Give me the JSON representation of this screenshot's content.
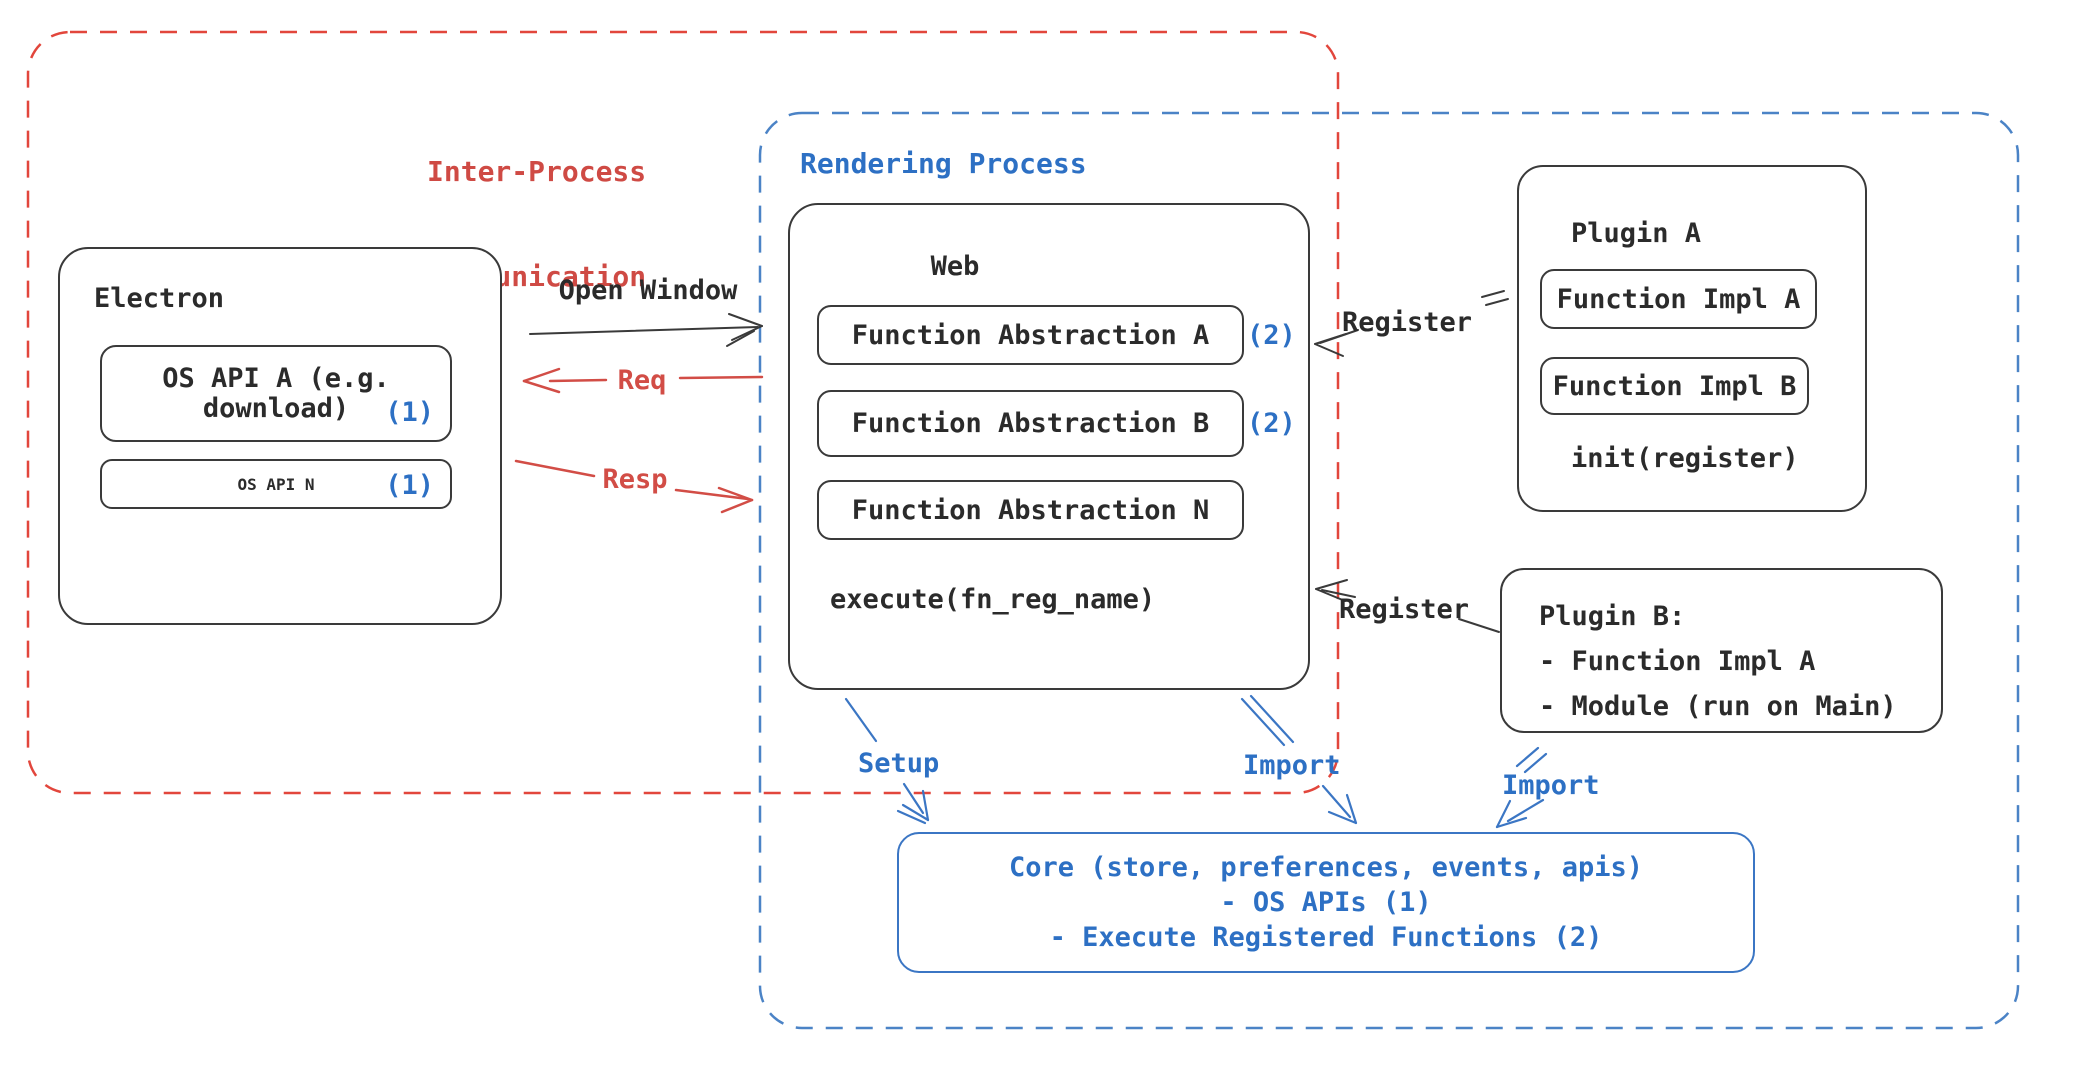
{
  "colors": {
    "ink": "#3a3a3a",
    "text": "#2b2b2b",
    "red-text": "#cf4a44",
    "red-dash": "#e2463c",
    "red-arrow": "#d24d46",
    "blue-text": "#2d70c4",
    "blue-dash": "#4b83c6",
    "core-border": "#3b76c4",
    "bg": "#ffffff"
  },
  "regions": {
    "ipc": {
      "label_line1": "Inter-Process",
      "label_line2": "Communication"
    },
    "rendering": {
      "label": "Rendering Process"
    }
  },
  "electron": {
    "title": "Electron",
    "api_a_line1": "OS API A (e.g.",
    "api_a_line2": "download)",
    "api_a_badge": "(1)",
    "api_n_label": "OS API N",
    "api_n_badge": "(1)"
  },
  "web": {
    "title": "Web",
    "fa_a": "Function Abstraction A",
    "fa_a_badge": "(2)",
    "fa_b": "Function Abstraction B",
    "fa_b_badge": "(2)",
    "fa_n": "Function Abstraction N",
    "execute": "execute(fn_reg_name)"
  },
  "plugin_a": {
    "title": "Plugin A",
    "impl_a": "Function Impl A",
    "impl_b": "Function Impl B",
    "init": "init(register)"
  },
  "plugin_b": {
    "line1": "Plugin B:",
    "line2": "- Function Impl A",
    "line3": "- Module (run on Main)"
  },
  "core": {
    "line1": "Core (store, preferences, events, apis)",
    "line2": "- OS APIs (1)",
    "line3": "- Execute Registered Functions (2)"
  },
  "arrows": {
    "open_window": "Open Window",
    "req": "Req",
    "resp": "Resp",
    "register_top": "Register",
    "register_bottom": "Register",
    "setup": "Setup",
    "import_web": "Import",
    "import_plugin": "Import"
  }
}
